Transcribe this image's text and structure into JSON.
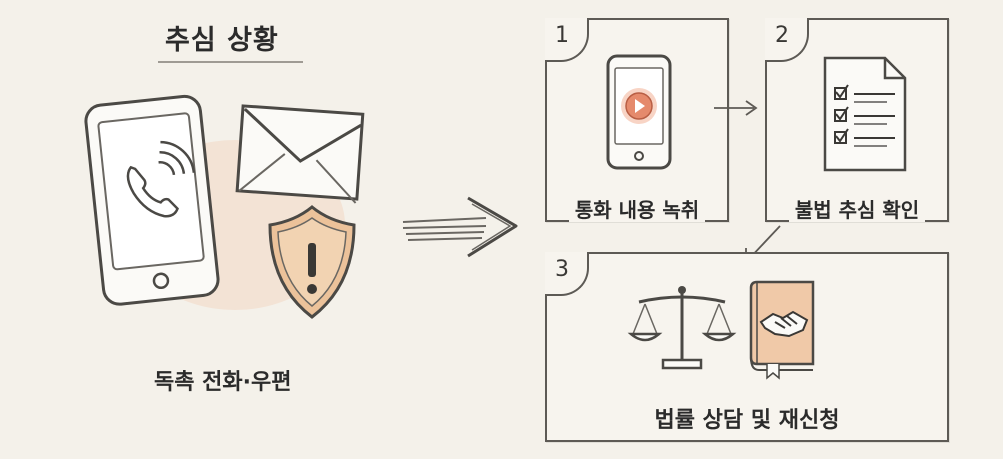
{
  "title": "추심 상황",
  "left_caption": "독촉 전화·우편",
  "steps": [
    {
      "number": "1",
      "label": "통화 내용 녹취"
    },
    {
      "number": "2",
      "label": "불법 추심 확인"
    },
    {
      "number": "3",
      "label": "법률 상담 및 재신청"
    }
  ],
  "colors": {
    "accent": "#e58a6c",
    "line": "#5d5a55",
    "background": "#f4f1ea"
  }
}
